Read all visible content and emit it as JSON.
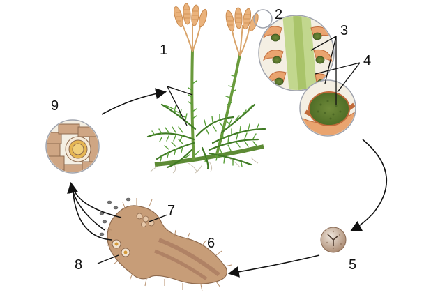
{
  "labels": {
    "l1": "1",
    "l2": "2",
    "l3": "3",
    "l4": "4",
    "l5": "5",
    "l6": "6",
    "l7": "7",
    "l8": "8",
    "l9": "9"
  },
  "colors": {
    "plant_green": "#4f8a2e",
    "strobilus": "#e9b27a",
    "prothallus": "#b98d6d",
    "circle_fill": "#f2efe8",
    "spore": "#c9a98f",
    "arrow": "#111111"
  }
}
